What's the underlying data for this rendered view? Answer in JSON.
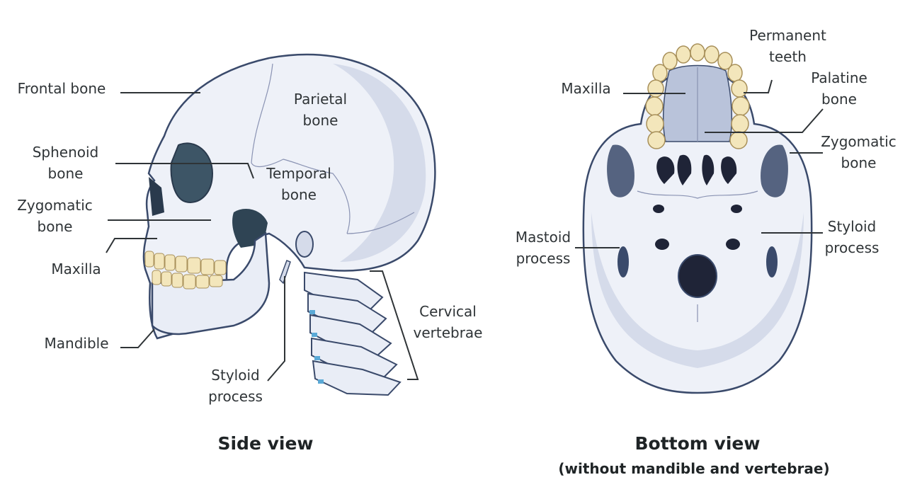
{
  "side_view": {
    "caption": "Side view",
    "labels": {
      "frontal_bone": "Frontal bone",
      "parietal_bone": "Parietal\nbone",
      "sphenoid_bone": "Sphenoid\nbone",
      "temporal_bone": "Temporal\nbone",
      "zygomatic_bone": "Zygomatic\nbone",
      "maxilla": "Maxilla",
      "mandible": "Mandible",
      "styloid_process": "Styloid\nprocess",
      "cervical_vertebrae": "Cervical\nvertebrae"
    }
  },
  "bottom_view": {
    "caption": "Bottom view",
    "subcaption": "(without mandible and vertebrae)",
    "labels": {
      "permanent_teeth": "Permanent\nteeth",
      "maxilla": "Maxilla",
      "palatine_bone": "Palatine\nbone",
      "zygomatic_bone": "Zygomatic\nbone",
      "mastoid_process": "Mastoid\nprocess",
      "styloid_process": "Styloid\nprocess"
    }
  },
  "colors": {
    "bone_fill": "#eef1f8",
    "bone_outline": "#3a4a6b",
    "shadow": "#c9d0e2",
    "dark": "#1f2437",
    "teeth": "#f3e6bb",
    "cartilage": "#5aa9d6",
    "leader": "#2f3437"
  }
}
